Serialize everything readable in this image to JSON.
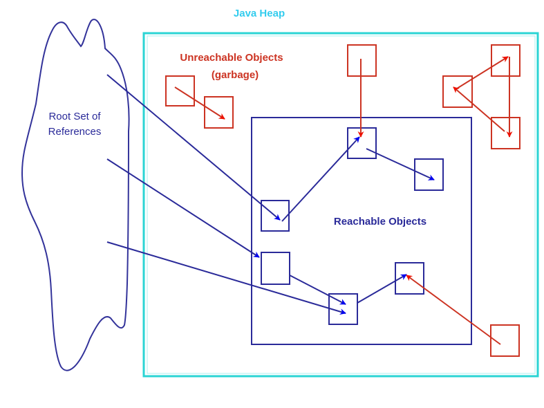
{
  "diagram": {
    "title": "Java Heap",
    "labels": {
      "unreachable_line1": "Unreachable Objects",
      "unreachable_line2": "(garbage)",
      "reachable": "Reachable Objects",
      "root_line1": "Root Set of",
      "root_line2": "References"
    },
    "colors": {
      "heap_border": "#2ad4d4",
      "title": "#33ccee",
      "reachable": "#2a2a99",
      "reachable_arrowhead": "#0000ee",
      "unreachable": "#cc3322",
      "unreachable_arrowhead": "#ee1100",
      "root_outline": "#33339a"
    },
    "nodes": [
      {
        "id": "g1",
        "group": "unreachable"
      },
      {
        "id": "g2",
        "group": "unreachable"
      },
      {
        "id": "u_top",
        "group": "unreachable"
      },
      {
        "id": "c1",
        "group": "unreachable"
      },
      {
        "id": "c2",
        "group": "unreachable"
      },
      {
        "id": "c3",
        "group": "unreachable"
      },
      {
        "id": "u_br",
        "group": "unreachable"
      },
      {
        "id": "r1",
        "group": "reachable"
      },
      {
        "id": "r2",
        "group": "reachable"
      },
      {
        "id": "r3",
        "group": "reachable"
      },
      {
        "id": "r4",
        "group": "reachable"
      },
      {
        "id": "r5",
        "group": "reachable"
      },
      {
        "id": "r6",
        "group": "reachable"
      }
    ],
    "edges": [
      {
        "from": "root1",
        "to": "r1",
        "kind": "root"
      },
      {
        "from": "root2",
        "to": "r4",
        "kind": "root"
      },
      {
        "from": "root3",
        "to": "r5",
        "kind": "root"
      },
      {
        "from": "r1",
        "to": "r2",
        "kind": "reachable"
      },
      {
        "from": "r2",
        "to": "r3",
        "kind": "reachable"
      },
      {
        "from": "r4",
        "to": "r5",
        "kind": "reachable"
      },
      {
        "from": "r5",
        "to": "r6",
        "kind": "reachable"
      },
      {
        "from": "u_top",
        "to": "r2",
        "kind": "unreachable"
      },
      {
        "from": "u_br",
        "to": "r6",
        "kind": "unreachable"
      },
      {
        "from": "g1",
        "to": "g2",
        "kind": "unreachable"
      },
      {
        "from": "c1",
        "to": "c2",
        "kind": "unreachable"
      },
      {
        "from": "c2",
        "to": "c3",
        "kind": "unreachable"
      },
      {
        "from": "c3",
        "to": "c1",
        "kind": "unreachable"
      }
    ]
  }
}
